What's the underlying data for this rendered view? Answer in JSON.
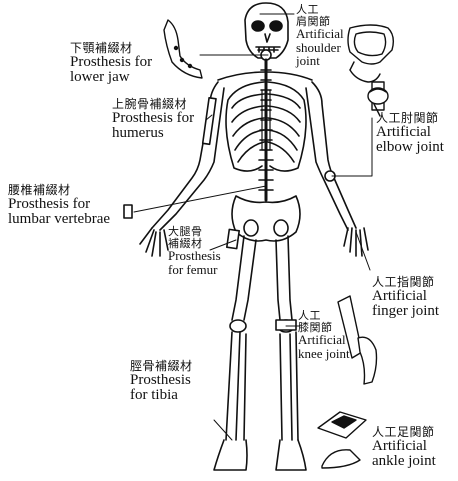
{
  "labels": {
    "lower_jaw": {
      "jp": "下顎補綴材",
      "en1": "Prosthesis for",
      "en2": "lower jaw"
    },
    "shoulder": {
      "jp1": "人工",
      "jp2": "肩関節",
      "en1": "Artificial",
      "en2": "shoulder",
      "en3": "joint"
    },
    "humerus": {
      "jp": "上腕骨補綴材",
      "en1": "Prosthesis for",
      "en2": "humerus"
    },
    "elbow": {
      "jp": "人工肘関節",
      "en1": "Artificial",
      "en2": "elbow joint"
    },
    "lumbar": {
      "jp": "腰椎補綴材",
      "en1": "Prosthesis for",
      "en2": "lumbar vertebrae"
    },
    "femur": {
      "jp1": "大腿骨",
      "jp2": "補綴材",
      "en1": "Prosthesis",
      "en2": "for femur"
    },
    "finger": {
      "jp": "人工指関節",
      "en1": "Artificial",
      "en2": "finger joint"
    },
    "knee": {
      "jp1": "人工",
      "jp2": "膝関節",
      "en1": "Artificial",
      "en2": "knee joint"
    },
    "tibia": {
      "jp": "脛骨補綴材",
      "en1": "Prosthesis",
      "en2": "for tibia"
    },
    "ankle": {
      "jp": "人工足関節",
      "en1": "Artificial",
      "en2": "ankle joint"
    }
  }
}
